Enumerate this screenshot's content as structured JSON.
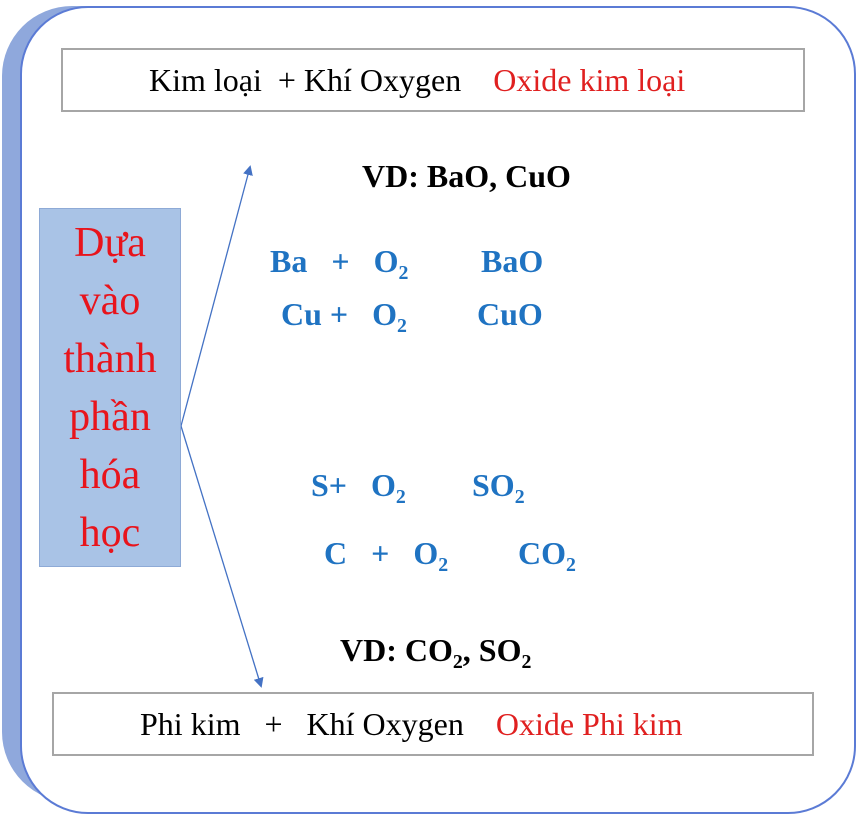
{
  "top_rule": {
    "left": "Kim loại  + Khí Oxygen",
    "right": "Oxide kim loại"
  },
  "bottom_rule": {
    "left": "Phi kim   +   Khí Oxygen",
    "right": "Oxide Phi kim"
  },
  "side_label": [
    "Dựa",
    "vào",
    "thành",
    "phần",
    "hóa",
    "học"
  ],
  "example_metal": {
    "prefix": "VD: BaO, CuO"
  },
  "example_nonmetal": {
    "prefix": "VD: CO",
    "sub1": "2",
    "mid": ", SO",
    "sub2": "2"
  },
  "metal_equations": [
    {
      "reactant": "Ba   +   O",
      "sub": "2",
      "product": "BaO"
    },
    {
      "reactant": "Cu +   O",
      "sub": "2",
      "product": "CuO"
    }
  ],
  "nonmetal_equations": [
    {
      "reactant": "S+   O",
      "sub": "2",
      "product": "SO",
      "product_sub": "2"
    },
    {
      "reactant": "C   +   O",
      "sub": "2",
      "product": "CO",
      "product_sub": "2"
    }
  ],
  "colors": {
    "accent_blue": "#1f73c2",
    "red": "#e02020",
    "side_bg": "#a9c3e6",
    "arrow": "#4472c4"
  }
}
